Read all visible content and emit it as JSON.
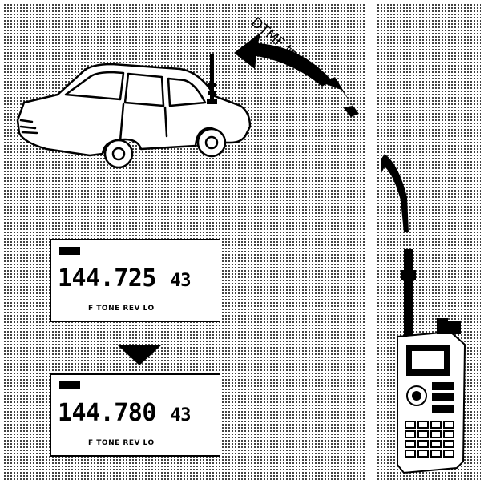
{
  "caption": "DTMF tones",
  "display_before": {
    "frequency": "144.725",
    "extra_digits": "43",
    "indicators": "F  TONE REV LO"
  },
  "display_after": {
    "frequency": "144.780",
    "extra_digits": "43",
    "indicators": "F  TONE REV LO"
  },
  "colors": {
    "ink": "#000000",
    "paper": "#ffffff"
  }
}
